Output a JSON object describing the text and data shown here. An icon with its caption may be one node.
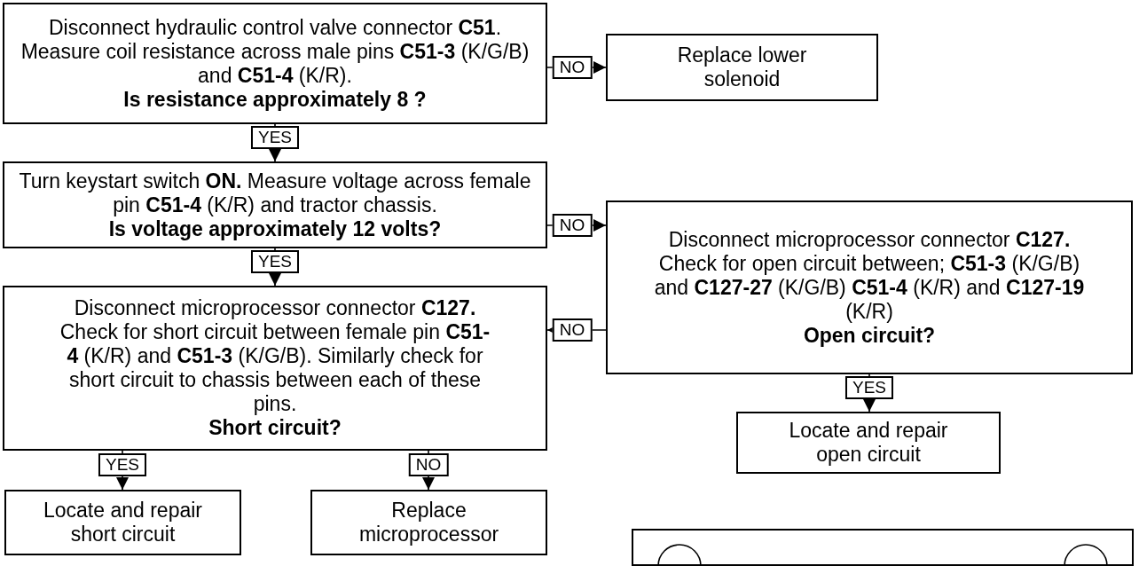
{
  "diagram": {
    "nodes": [
      {
        "text": [
          "Disconnect hydraulic control valve connector **C51**. Measure coil resistance across male pins **C51-3** (K/G/B) and **C51-4** (K/R).",
          "Is resistance approximately 8 ?"
        ]
      },
      {
        "text": [
          "Replace lower solenoid"
        ]
      },
      {
        "text": [
          "Turn keystart switch **ON.** Measure voltage across female pin **C51-4** (K/R) and tractor chassis.",
          "Is voltage approximately 12 volts?"
        ]
      },
      {
        "text": [
          "Disconnect microprocessor connector **C127.** Check for open circuit between; **C51-3** (K/G/B) and **C127-27** (K/G/B) **C51-4** (K/R) and **C127-19** (K/R)",
          "Open circuit?"
        ]
      },
      {
        "text": [
          "Disconnect microprocessor connector **C127.** Check for short circuit between female pin **C51-4** (K/R) and **C51-3** (K/G/B). Similarly check for short circuit to chassis between each of these pins.",
          "Short circuit?"
        ]
      },
      {
        "text": [
          "Locate and repair open circuit"
        ]
      },
      {
        "text": [
          "Locate and repair short circuit"
        ]
      },
      {
        "text": [
          "Replace microprocessor"
        ]
      },
      {
        "text": [],
        "shape": "box"
      }
    ],
    "edges": [
      {
        "from": 0,
        "to": 1,
        "arrow": "to",
        "label": "NO"
      },
      {
        "from": 0,
        "to": 2,
        "arrow": "to",
        "label": "YES"
      },
      {
        "from": 2,
        "to": 3,
        "arrow": "to",
        "label": "NO"
      },
      {
        "from": 2,
        "to": 4,
        "arrow": "to",
        "label": "YES"
      },
      {
        "from": 3,
        "to": 4,
        "arrow": "to",
        "label": "NO"
      },
      {
        "from": 3,
        "to": 5,
        "arrow": "to",
        "label": "YES"
      },
      {
        "from": 4,
        "to": 6,
        "arrow": "to",
        "label": "YES"
      },
      {
        "from": 4,
        "to": 7,
        "arrow": "to",
        "label": "NO"
      }
    ]
  }
}
